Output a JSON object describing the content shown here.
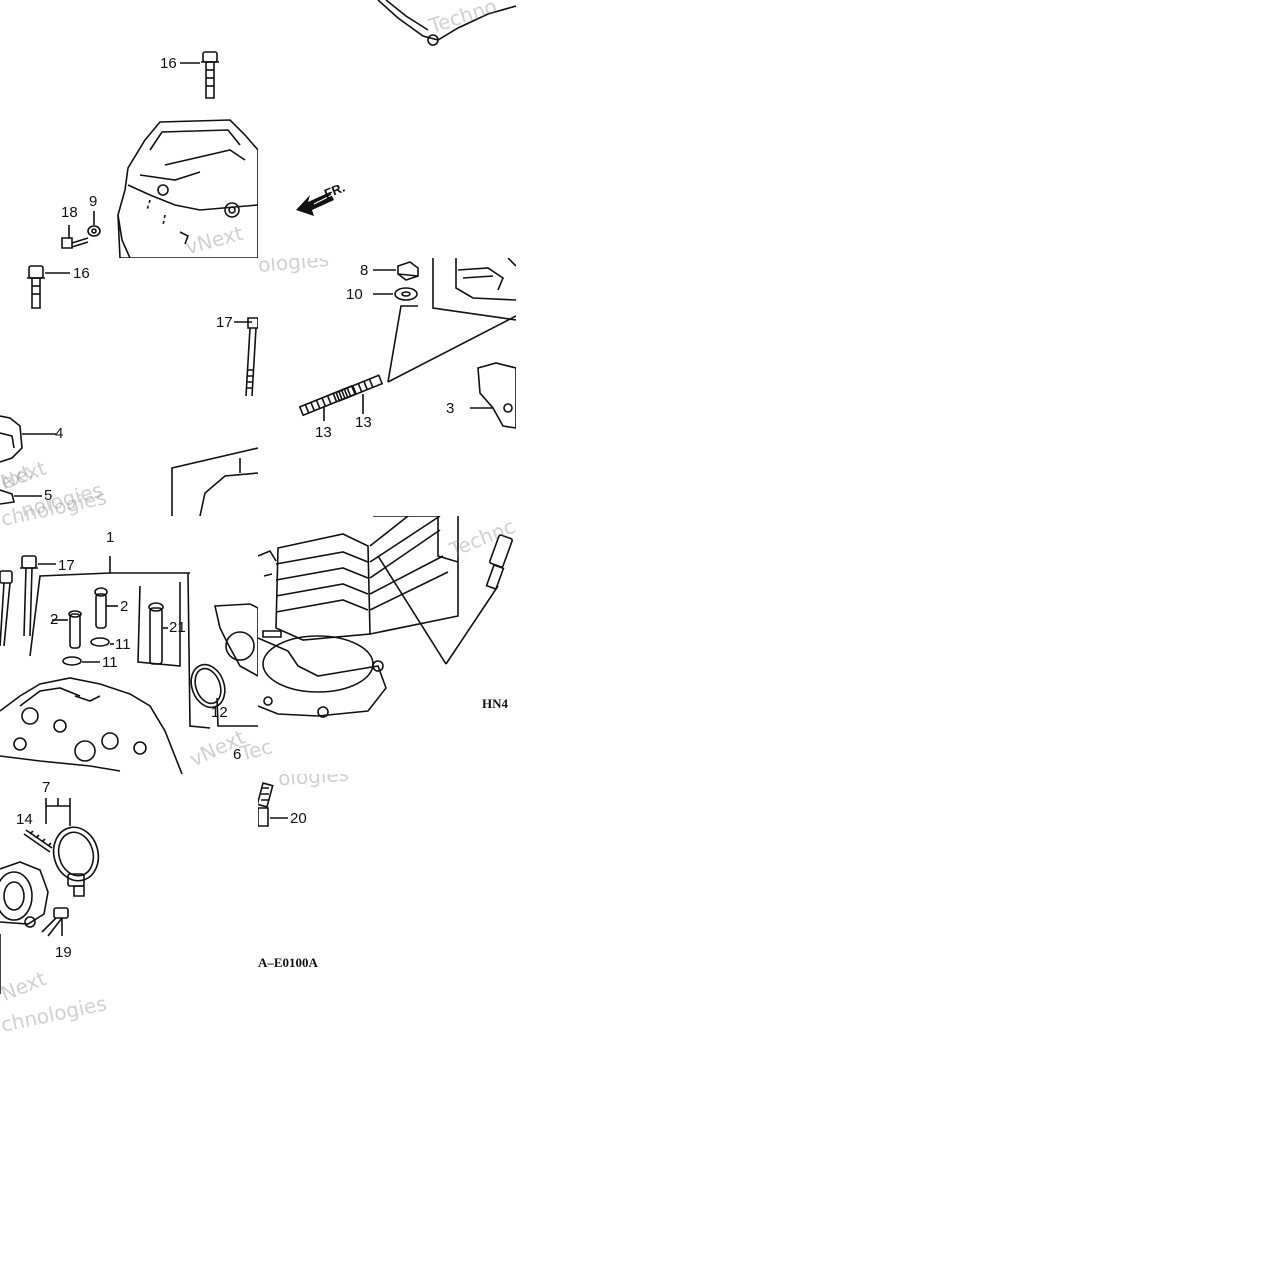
{
  "diagram": {
    "callouts": {
      "c16a": "16",
      "c16b": "16",
      "c18": "18",
      "c9": "9",
      "c8": "8",
      "c10": "10",
      "c13a": "13",
      "c13b": "13",
      "c3": "3",
      "c17a": "17",
      "c17b": "17",
      "c4": "4",
      "c5": "5",
      "c1": "1",
      "c2a": "2",
      "c2b": "2",
      "c21": "21",
      "c11a": "11",
      "c11b": "11",
      "c12": "12",
      "c6": "6",
      "c7": "7",
      "c14": "14",
      "c19": "19",
      "c20": "20"
    },
    "front_label": "FR.",
    "codes": {
      "hn": "HN4",
      "ref": "A–E0100A"
    },
    "watermarks": {
      "w1": "Techno",
      "w2": "vNext",
      "w3": "ologies",
      "w4": "Next",
      "w5": "nologies",
      "w6": "ext",
      "w7": "chnologies",
      "w8": "Technc",
      "w9": "vNext",
      "w10": "Tec",
      "w11": "ologies",
      "w12": "Next",
      "w13": "chnologies"
    }
  }
}
